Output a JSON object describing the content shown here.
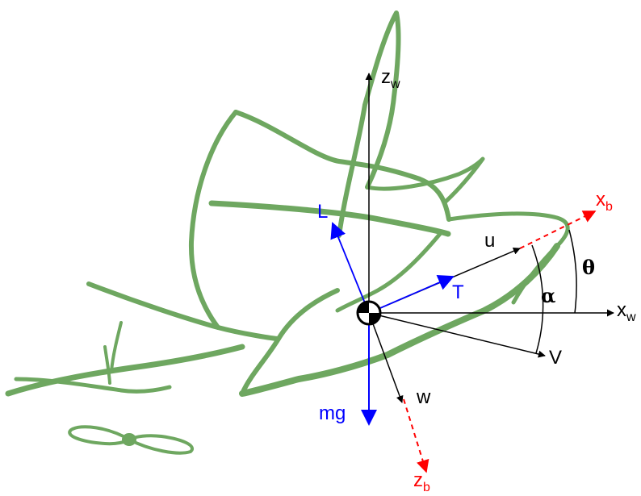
{
  "colors": {
    "airframe": "#6ea760",
    "axis": "#000000",
    "force": "#0000ff",
    "body_axis": "#ff0000"
  },
  "labels": {
    "zw_main": "z",
    "zw_sub": "w",
    "xw_main": "x",
    "xw_sub": "w",
    "xb_main": "x",
    "xb_sub": "b",
    "zb_main": "z",
    "zb_sub": "b",
    "lift": "L",
    "thrust": "T",
    "weight": "mg",
    "u": "u",
    "w": "w",
    "V": "V",
    "alpha": "α",
    "theta": "θ"
  },
  "icons": {
    "center_of_gravity": "cg-symbol-icon",
    "propeller": "propeller-icon"
  }
}
